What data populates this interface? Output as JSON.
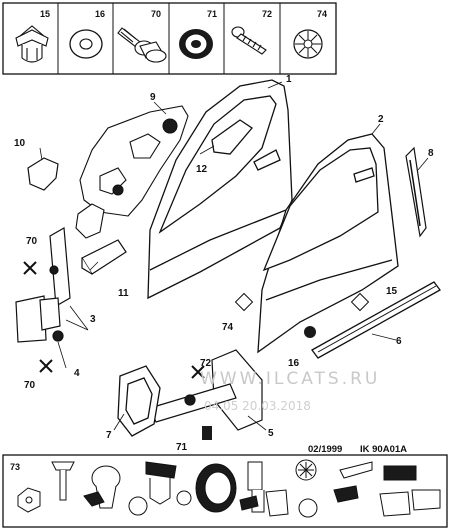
{
  "top_parts": [
    "15",
    "16",
    "70",
    "71",
    "72",
    "74"
  ],
  "callouts": {
    "c1": "1",
    "c2": "2",
    "c3": "3",
    "c4": "4",
    "c5": "5",
    "c6": "6",
    "c7": "7",
    "c8": "8",
    "c9": "9",
    "c10": "10",
    "c11": "11",
    "c12": "12",
    "c15": "15",
    "c16": "16",
    "c70a": "70",
    "c70b": "70",
    "c71": "71",
    "c72": "72",
    "c74": "74"
  },
  "footer": {
    "date": "02/1999",
    "code": "IK 90A01A"
  },
  "kit": {
    "number": "73"
  },
  "watermark": {
    "site": "WWW.ILCATS.RU",
    "date": "04.05 20.03.2018"
  },
  "colors": {
    "ink": "#111111",
    "fill_dark": "#1a1a1a",
    "watermark": "#c8c8c8"
  }
}
